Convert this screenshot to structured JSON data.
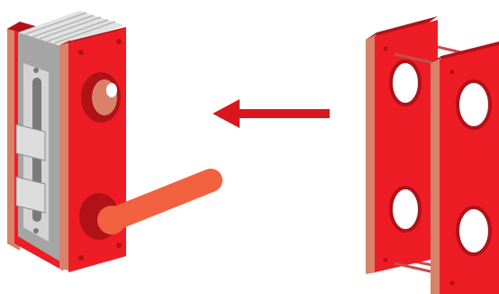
{
  "illustration": {
    "lock_assembly": {
      "icon": "mortise-lock-with-lever-icon"
    },
    "direction_arrow": {
      "icon": "arrow-left-icon",
      "direction": "left"
    },
    "escutcheon_plates": {
      "icon": "double-escutcheon-plates-icon",
      "plate_count": 2,
      "holes_per_plate": 2
    }
  },
  "colors": {
    "red": "#ee1c25",
    "dark_red": "#b01217",
    "salmon_edge": "#d9826a",
    "lever_orange": "#f26140",
    "steel_light": "#d4d4d4",
    "steel_mid": "#a5a5a5",
    "steel_dark": "#7a7a7a",
    "rod": "#c0504d",
    "background": "#ffffff"
  }
}
